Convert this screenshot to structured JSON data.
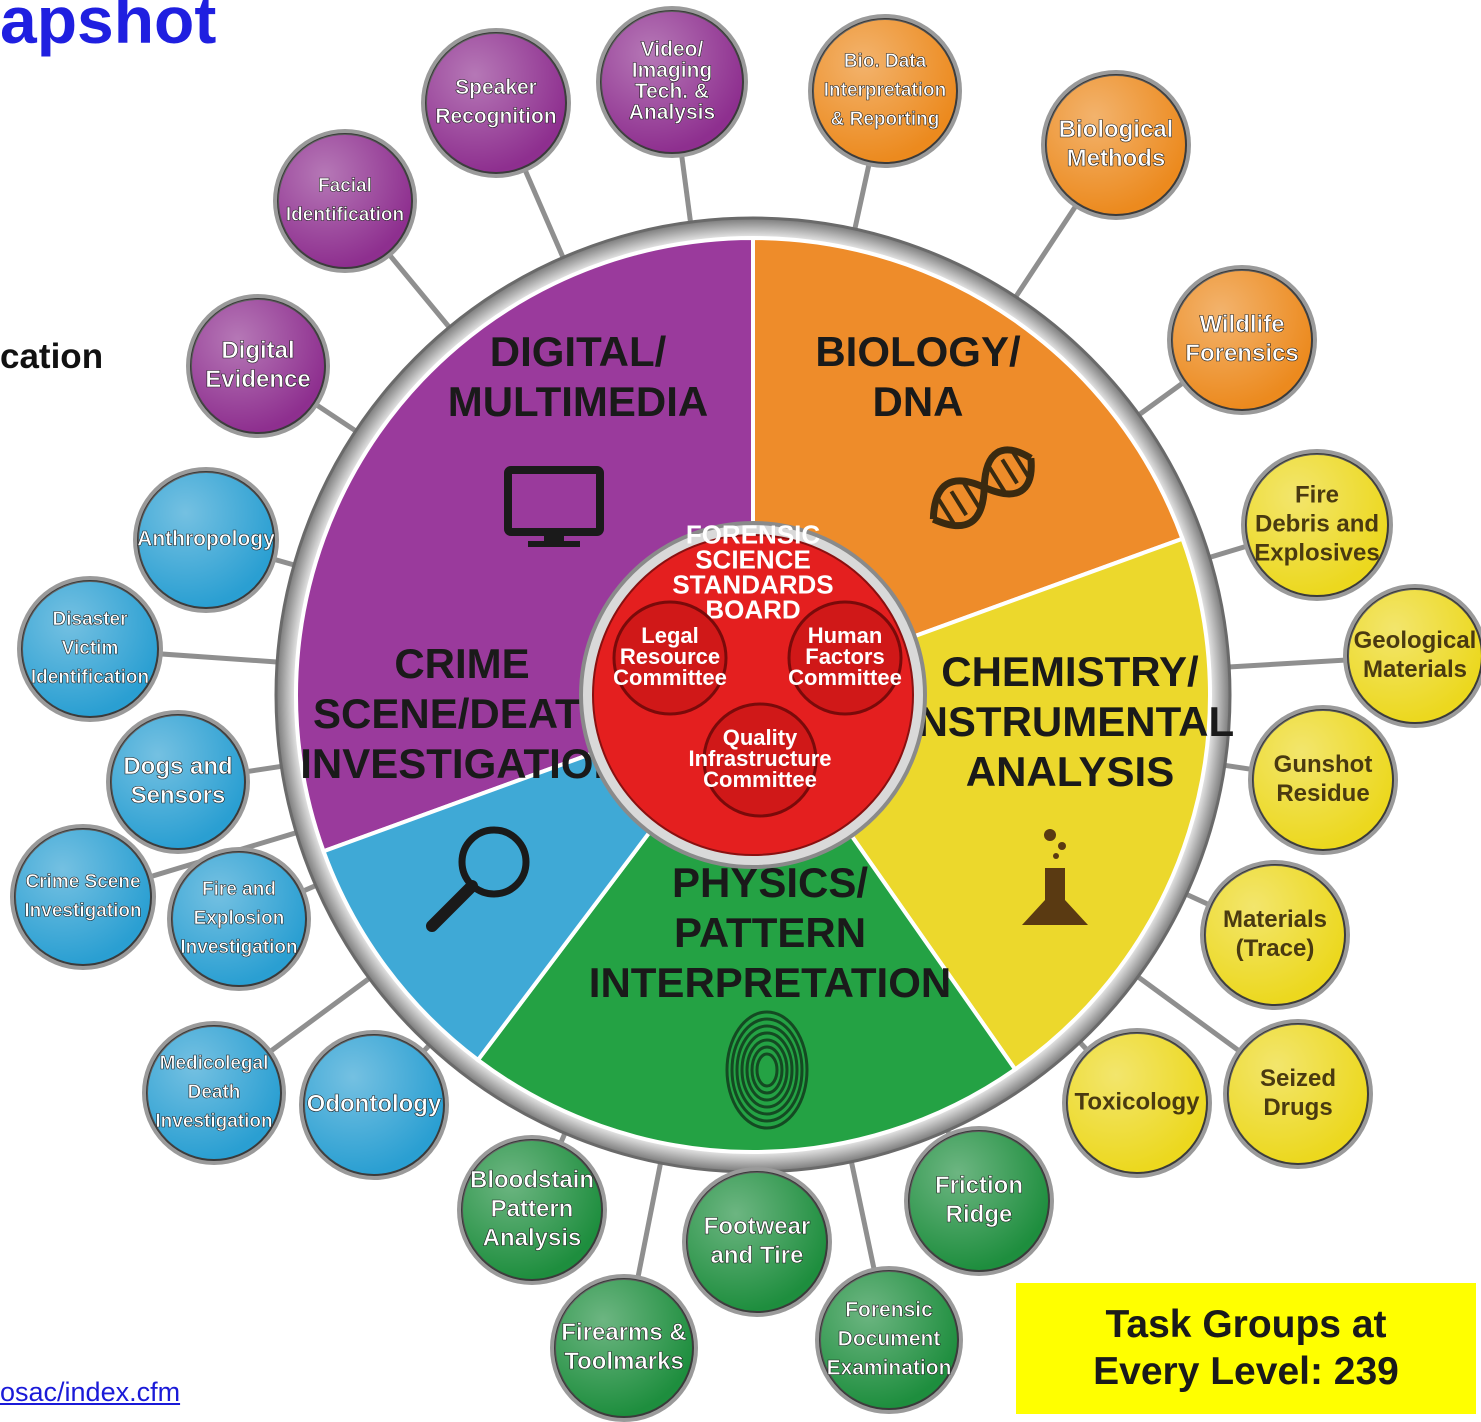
{
  "page": {
    "title": "apshot",
    "subtitle": "cation",
    "link": "osac/index.cfm",
    "task_box": {
      "line1": "Task Groups at",
      "line2": "Every Level: 239"
    }
  },
  "board": {
    "title_lines": [
      "FORENSIC",
      "SCIENCE",
      "STANDARDS",
      "BOARD"
    ],
    "color": "#e41f1f",
    "committees": [
      {
        "lines": [
          "Legal",
          "Resource",
          "Committee"
        ]
      },
      {
        "lines": [
          "Human",
          "Factors",
          "Committee"
        ]
      },
      {
        "lines": [
          "Quality",
          "Infrastructure",
          "Committee"
        ]
      }
    ]
  },
  "areas": [
    {
      "key": "digital",
      "lines": [
        "DIGITAL/",
        "MULTIMEDIA"
      ],
      "icon": "monitor-icon",
      "color": "#9a3a9c"
    },
    {
      "key": "biology",
      "lines": [
        "BIOLOGY/",
        "DNA"
      ],
      "icon": "dna-icon",
      "color": "#ee8c2a"
    },
    {
      "key": "chemistry",
      "lines": [
        "CHEMISTRY/",
        "INSTRUMENTAL",
        "ANALYSIS"
      ],
      "icon": "flask-icon",
      "color": "#ecd82c"
    },
    {
      "key": "physics",
      "lines": [
        "PHYSICS/",
        "PATTERN",
        "INTERPRETATION"
      ],
      "icon": "fingerprint-icon",
      "color": "#24a244"
    },
    {
      "key": "crime",
      "lines": [
        "CRIME",
        "SCENE/DEATH",
        "INVESTIGATION"
      ],
      "icon": "magnifier-icon",
      "color": "#3fa9d6"
    }
  ],
  "subcommittees": [
    {
      "lines": [
        "Digital",
        "Evidence"
      ],
      "color": "#8e2f8f"
    },
    {
      "lines": [
        "Facial",
        "Identification"
      ],
      "color": "#8e2f8f"
    },
    {
      "lines": [
        "Speaker",
        "Recognition"
      ],
      "color": "#8e2f8f"
    },
    {
      "lines": [
        "Video/",
        "Imaging",
        "Tech. &",
        "Analysis"
      ],
      "color": "#8e2f8f"
    },
    {
      "lines": [
        "Bio. Data",
        "Interpretation",
        "& Reporting"
      ],
      "color": "#ec8a1e"
    },
    {
      "lines": [
        "Biological",
        "Methods"
      ],
      "color": "#ec8a1e"
    },
    {
      "lines": [
        "Wildlife",
        "Forensics"
      ],
      "color": "#ec8a1e"
    },
    {
      "lines": [
        "Fire",
        "Debris and",
        "Explosives"
      ],
      "color": "#ecd81e"
    },
    {
      "lines": [
        "Geological",
        "Materials"
      ],
      "color": "#ecd81e"
    },
    {
      "lines": [
        "Gunshot",
        "Residue"
      ],
      "color": "#ecd81e"
    },
    {
      "lines": [
        "Materials",
        "(Trace)"
      ],
      "color": "#ecd81e"
    },
    {
      "lines": [
        "Seized",
        "Drugs"
      ],
      "color": "#ecd81e"
    },
    {
      "lines": [
        "Toxicology"
      ],
      "color": "#ecd81e"
    },
    {
      "lines": [
        "Friction",
        "Ridge"
      ],
      "color": "#1e8e3e"
    },
    {
      "lines": [
        "Forensic",
        "Document",
        "Examination"
      ],
      "color": "#1e8e3e"
    },
    {
      "lines": [
        "Footwear",
        "and Tire"
      ],
      "color": "#1e8e3e"
    },
    {
      "lines": [
        "Firearms &",
        "Toolmarks"
      ],
      "color": "#1e8e3e"
    },
    {
      "lines": [
        "Bloodstain",
        "Pattern",
        "Analysis"
      ],
      "color": "#1e8e3e"
    },
    {
      "lines": [
        "Odontology"
      ],
      "color": "#2a9fd2"
    },
    {
      "lines": [
        "Medicolegal",
        "Death",
        "Investigation"
      ],
      "color": "#2a9fd2"
    },
    {
      "lines": [
        "Fire and",
        "Explosion",
        "Investigation"
      ],
      "color": "#2a9fd2"
    },
    {
      "lines": [
        "Crime Scene",
        "Investigation"
      ],
      "color": "#2a9fd2"
    },
    {
      "lines": [
        "Dogs and",
        "Sensors"
      ],
      "color": "#2a9fd2"
    },
    {
      "lines": [
        "Disaster",
        "Victim",
        "Identification"
      ],
      "color": "#2a9fd2"
    },
    {
      "lines": [
        "Anthropology"
      ],
      "color": "#2a9fd2"
    }
  ]
}
